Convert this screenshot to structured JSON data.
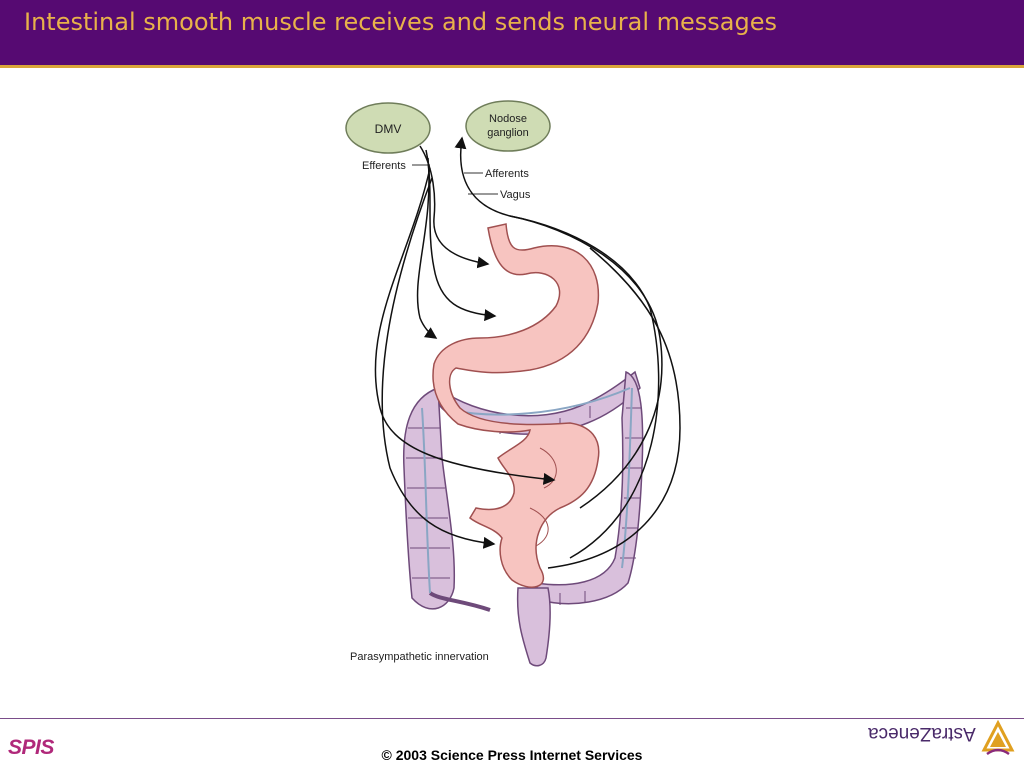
{
  "slide": {
    "title": "Intestinal smooth muscle receives and sends neural messages"
  },
  "diagram": {
    "dmv_label": "DMV",
    "nodose_line1": "Nodose",
    "nodose_line2": "ganglion",
    "efferents_label": "Efferents",
    "afferents_label": "Afferents",
    "vagus_label": "Vagus",
    "caption": "Parasympathetic innervation",
    "colors": {
      "node_fill": "#cfdcb4",
      "stomach_fill": "#f7c4c0",
      "colon_fill": "#d9c0dc",
      "nerve_blue": "#8aa6c4"
    }
  },
  "footer": {
    "spis_logo": "SPIS",
    "copyright": "© 2003 Science Press Internet Services",
    "astrazeneca_logo": "AstraZeneca"
  },
  "colors": {
    "header_bg": "#560a72",
    "title_color": "#e8b24a"
  }
}
